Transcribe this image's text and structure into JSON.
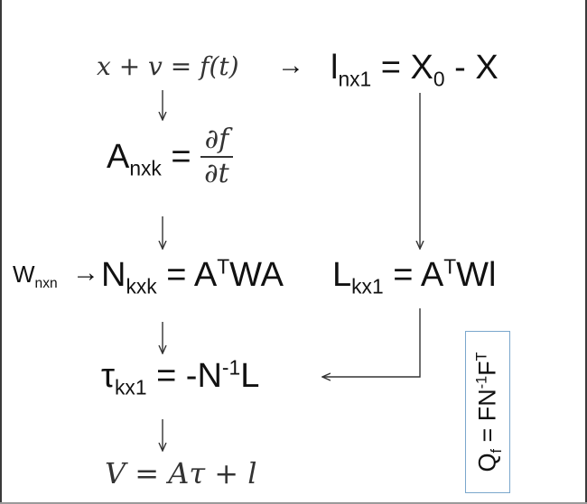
{
  "equations": {
    "functional_model": "x + v = f(t)",
    "arrow_symbol": "→",
    "misclosure": {
      "base": "l",
      "sub": "nx1",
      "rhs_pre": "= X",
      "rhs_sub": "0",
      "rhs_post": " - X"
    },
    "design_matrix": {
      "base": "A",
      "sub": "nxk",
      "eq": "=",
      "num": "∂f",
      "den": "∂t"
    },
    "weight": {
      "base": "W",
      "sub": "nxn"
    },
    "normal_matrix": {
      "base": "N",
      "sub": "kxk",
      "rhs_pre": "= A",
      "rhs_sup": "T",
      "rhs_post": "WA"
    },
    "normal_vector": {
      "base": "L",
      "sub": "kx1",
      "rhs_pre": "= A",
      "rhs_sup": "T",
      "rhs_post": "Wl"
    },
    "solution": {
      "base": "τ",
      "sub": "kx1",
      "rhs_pre": "= -N",
      "rhs_sup": "-1",
      "rhs_post": "L"
    },
    "residuals": "V = Aτ + l"
  },
  "covariance_box": {
    "base": "Q",
    "sub": "f",
    "rhs_pre": " = FN",
    "rhs_sup1": "-1",
    "rhs_mid": "F",
    "rhs_sup2": "T"
  },
  "colors": {
    "text": "#111111",
    "lines": "#333333",
    "box_border": "#7aa7cc",
    "frame": "#3a3a3a"
  }
}
